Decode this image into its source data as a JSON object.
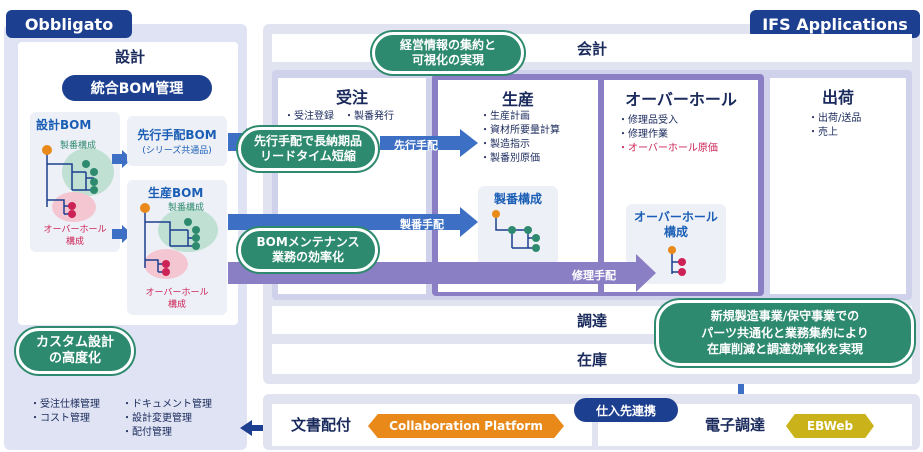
{
  "obbligato": {
    "title": "Obbligato",
    "design_heading": "設計",
    "bom_tag": "統合BOM管理",
    "design_bom": {
      "title": "設計BOM",
      "sub1": "製番構成",
      "sub2": "オーバーホール\n構成"
    },
    "advance_bom": {
      "title": "先行手配BOM",
      "sub": "(シリーズ共通品)"
    },
    "production_bom": {
      "title": "生産BOM",
      "sub1": "製番構成",
      "sub2": "オーバーホール\n構成"
    },
    "custom_design": "カスタム設計\nの高度化",
    "features_left": "・受注仕様管理\n・コスト管理",
    "features_right": "・ドキュメント管理\n・設計変更管理\n・配付管理"
  },
  "ifs": {
    "title": "IFS Applications",
    "accounting": "会計",
    "orders": {
      "title": "受注",
      "items": "・受注登録　・製番発行"
    },
    "production": {
      "title": "生産",
      "items": "・生産計画\n・資材所要量計算\n・製造指示\n・製番別原価",
      "sub": "製番構成"
    },
    "overhaul": {
      "title": "オーバーホール",
      "items": "・修理品受入\n・修理作業",
      "item_red": "・オーバーホール原価",
      "sub": "オーバーホール\n構成"
    },
    "shipping": {
      "title": "出荷",
      "items": "・出荷/送品\n・売上"
    },
    "procurement": "調達",
    "inventory": "在庫"
  },
  "bubbles": {
    "management": "経営情報の集約と\n可視化の実現",
    "lead_time": "先行手配で長納期品\nリードタイム短縮",
    "bom_maint": "BOMメンテナンス\n業務の効率化",
    "new_mfg": "新規製造事業/保守事業での\nパーツ共通化と業務集約により\n在庫削減と調達効率化を実現"
  },
  "arrows": {
    "advance": "先行手配",
    "order_no": "製番手配",
    "repair": "修理手配"
  },
  "bottom": {
    "doc_dist": "文書配付",
    "collab": "Collaboration Platform",
    "supplier": "仕入先連携",
    "e_proc": "電子調達",
    "ebweb": "EBWeb"
  },
  "colors": {
    "navy": "#1d3f8f",
    "green": "#2e8a6e",
    "panel": "#dfe3f3",
    "arrow": "#3d6fc4",
    "orange": "#e8891a",
    "olive": "#c9b21a"
  }
}
